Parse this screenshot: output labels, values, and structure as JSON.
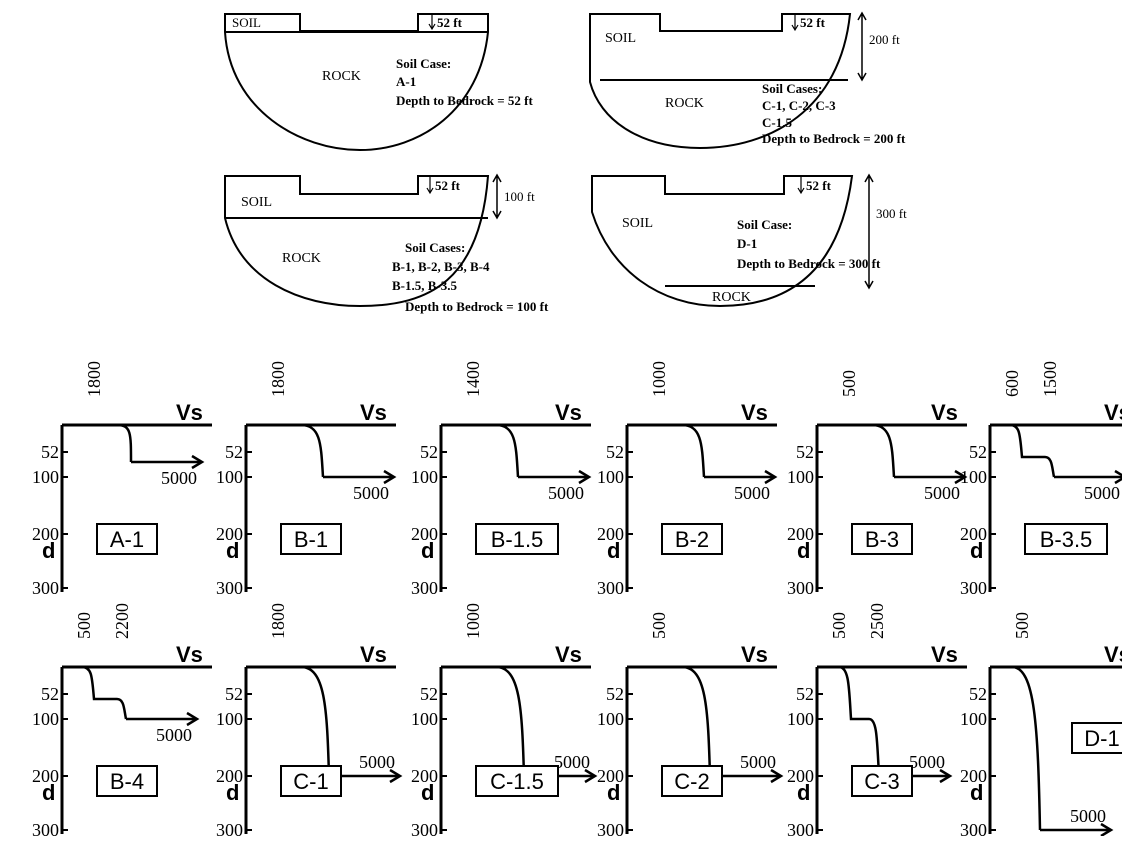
{
  "basins": [
    {
      "soil_label": "SOIL",
      "rock_label": "ROCK",
      "depth_marker": "52 ft",
      "total_depth": "",
      "case_lines": [
        "Soil Case:",
        "A-1",
        "Depth to Bedrock = 52 ft"
      ]
    },
    {
      "soil_label": "SOIL",
      "rock_label": "ROCK",
      "depth_marker": "52 ft",
      "total_depth": "200 ft",
      "case_lines": [
        "Soil Cases:",
        "C-1, C-2, C-3",
        "C-1.5",
        "Depth to Bedrock = 200 ft"
      ]
    },
    {
      "soil_label": "SOIL",
      "rock_label": "ROCK",
      "depth_marker": "52 ft",
      "total_depth": "100 ft",
      "case_lines": [
        "Soil Cases:",
        "B-1, B-2, B-3, B-4",
        "B-1.5, B-3.5",
        "Depth to Bedrock = 100 ft"
      ]
    },
    {
      "soil_label": "SOIL",
      "rock_label": "ROCK",
      "depth_marker": "52 ft",
      "total_depth": "300 ft",
      "case_lines": [
        "Soil Case:",
        "D-1",
        "Depth to Bedrock = 300 ft"
      ]
    }
  ],
  "profiles": {
    "vs_label": "Vs",
    "depth_symbol": "d",
    "bedrock_vs": "5000",
    "depth_ticks": [
      "52",
      "100",
      "200",
      "300"
    ],
    "cases": [
      {
        "name": "A-1",
        "top_vs": [
          "1800"
        ],
        "profile": "step52"
      },
      {
        "name": "B-1",
        "top_vs": [
          "1800"
        ],
        "profile": "curve100"
      },
      {
        "name": "B-1.5",
        "top_vs": [
          "1400"
        ],
        "profile": "curve100"
      },
      {
        "name": "B-2",
        "top_vs": [
          "1000"
        ],
        "profile": "curve100"
      },
      {
        "name": "B-3",
        "top_vs": [
          "500"
        ],
        "profile": "curve100"
      },
      {
        "name": "B-3.5",
        "top_vs": [
          "600",
          "1500"
        ],
        "profile": "twostep100"
      },
      {
        "name": "B-4",
        "top_vs": [
          "500",
          "2200"
        ],
        "profile": "twostep100"
      },
      {
        "name": "C-1",
        "top_vs": [
          "1800"
        ],
        "profile": "curve200"
      },
      {
        "name": "C-1.5",
        "top_vs": [
          "1000"
        ],
        "profile": "curve200"
      },
      {
        "name": "C-2",
        "top_vs": [
          "500"
        ],
        "profile": "curve200"
      },
      {
        "name": "C-3",
        "top_vs": [
          "500",
          "2500"
        ],
        "profile": "twostep200"
      },
      {
        "name": "D-1",
        "top_vs": [
          "500"
        ],
        "profile": "curve300"
      }
    ]
  }
}
